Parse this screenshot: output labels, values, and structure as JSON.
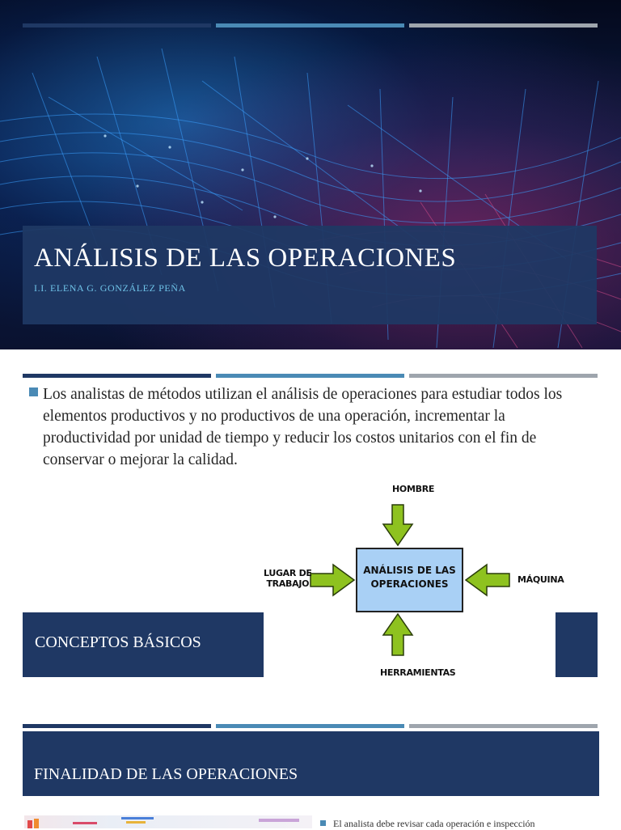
{
  "slide1": {
    "title": "ANÁLISIS DE LAS OPERACIONES",
    "subtitle": "I.I. ELENA G. GONZÁLEZ PEÑA"
  },
  "slide2": {
    "paragraph": "Los analistas de métodos utilizan el análisis de operaciones para estudiar todos los elementos productivos y no productivos de una operación, incrementar la productividad por unidad de tiempo y reducir los costos unitarios con el fin de conservar o mejorar la calidad.",
    "section_title": "CONCEPTOS BÁSICOS",
    "diagram": {
      "top": "HOMBRE",
      "left": "LUGAR DE\nTRABAJO",
      "right": "MÁQUINA",
      "bottom": "HERRAMIENTAS",
      "center": "ANÁLISIS DE LAS\nOPERACIONES"
    }
  },
  "slide3": {
    "section_title": "FINALIDAD DE LAS OPERACIONES",
    "paragraph": "El analista debe revisar cada operación e inspección"
  },
  "colors": {
    "navy": "#1f3864",
    "accent_blue": "#4a8ab5",
    "accent_grey": "#9ea5ad",
    "subtitle_cyan": "#6fc3e8",
    "arrow_green": "#8ec21f",
    "diagram_box": "#a9d0f5"
  },
  "icons": [
    "bullet-square-icon",
    "arrow-down-icon",
    "arrow-right-icon",
    "arrow-left-icon",
    "arrow-up-icon"
  ]
}
